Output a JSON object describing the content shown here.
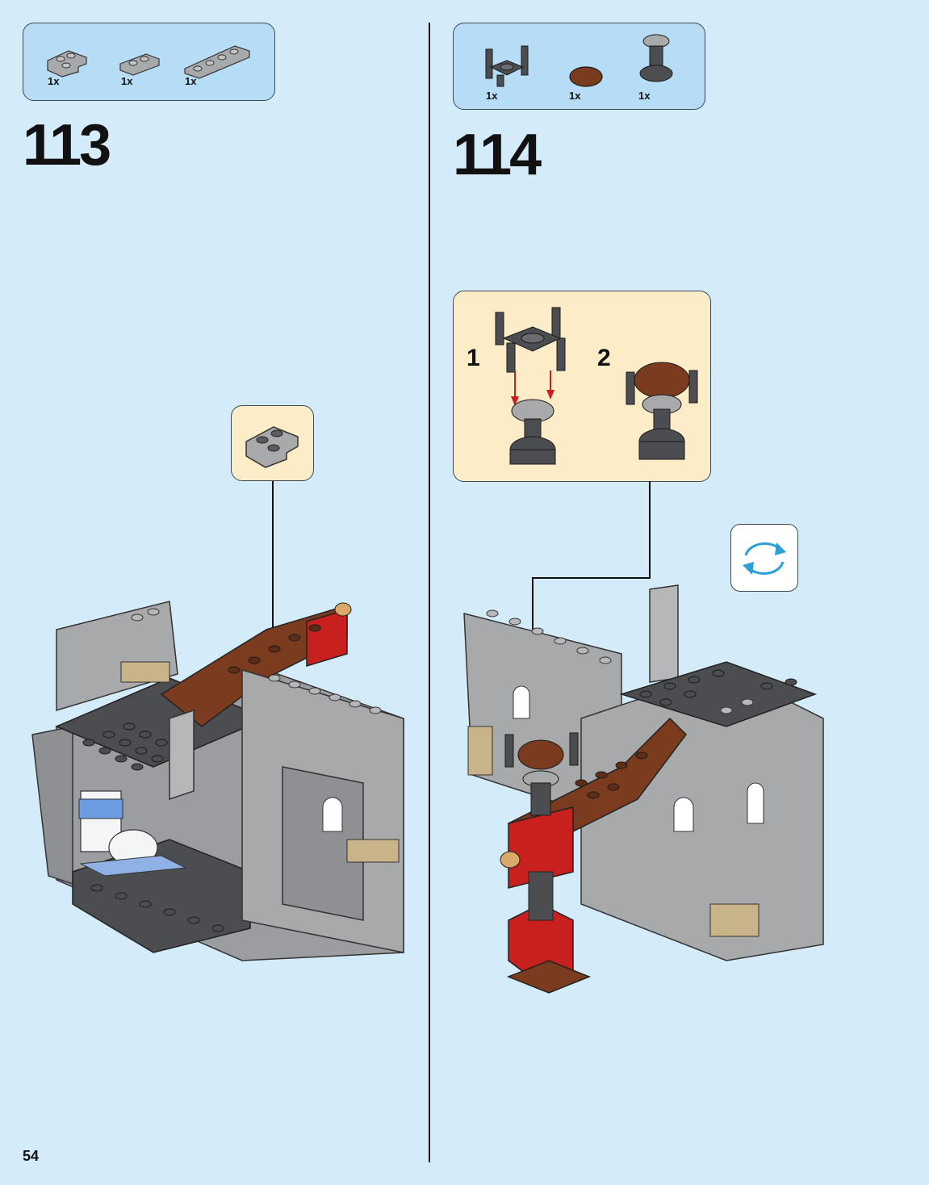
{
  "page_number": "54",
  "steps": [
    {
      "number": "113",
      "parts": [
        {
          "qty": "1x",
          "name": "light-gray-plate-corner"
        },
        {
          "qty": "1x",
          "name": "light-gray-plate-1x2"
        },
        {
          "qty": "1x",
          "name": "light-gray-plate-1x4"
        }
      ]
    },
    {
      "number": "114",
      "parts": [
        {
          "qty": "1x",
          "name": "dark-gray-bar-holder"
        },
        {
          "qty": "1x",
          "name": "brown-round-tile"
        },
        {
          "qty": "1x",
          "name": "gray-dish-stand"
        }
      ],
      "substeps": [
        "1",
        "2"
      ]
    }
  ],
  "colors": {
    "background": "#d4ebf9",
    "parts_box": "#b7dcf5",
    "callout": "#fdecc8",
    "light_gray": "#a8a9ab",
    "dark_gray": "#4b4d50",
    "brown": "#7a3b1f",
    "red": "#c8201e",
    "tan": "#c9b48a",
    "rotate_arrow": "#2a9fd8"
  },
  "icons": [
    "rotate-model-icon",
    "assembly-arrow-icon"
  ]
}
